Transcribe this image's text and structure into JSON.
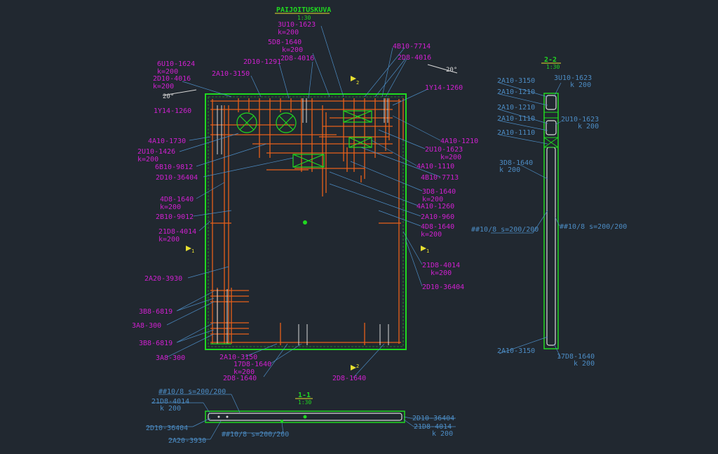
{
  "title": {
    "name": "PAIJOITUSKUVA",
    "scale": "1:30"
  },
  "section_22": {
    "name": "2-2",
    "scale": "1:30"
  },
  "section_11": {
    "name": "1-1",
    "scale": "1:30"
  },
  "angle_text": "20°",
  "marks": {
    "m1": "1",
    "m2": "2"
  },
  "labels_main": {
    "l1": "3U10-1623",
    "l1k": "k=200",
    "l2": "5D8-1640",
    "l2k": "k=200",
    "l3": "2D8-4016",
    "l4": "2D10-1291",
    "l5": "2A10-3150",
    "l6": "6U10-1624",
    "l6k": "k=200",
    "l7": "2D10-4016",
    "l7k": "k=200",
    "l8": "1Y14-1260",
    "l9": "4B10-7714",
    "l10": "2D8-4016",
    "l11": "1Y14-1260",
    "l12": "4A10-1730",
    "l13": "2U10-1426",
    "l13k": "k=200",
    "l14": "6B10-9812",
    "l15": "2D10-36404",
    "l16": "4D8-1640",
    "l16k": "k=200",
    "l17": "2B10-9012",
    "l18": "21D8-4014",
    "l18k": "k=200",
    "l19": "2A20-3930",
    "l20": "3B8-6819",
    "l21": "3A8-300",
    "l22": "3B8-6819",
    "l23": "3A8-300",
    "l24": "2A10-3150",
    "l25": "17D8-1640",
    "l25k": "k=200",
    "l26": "2D8-1640",
    "l27": "2D8-1640",
    "r1": "4A10-1210",
    "r2": "2U10-1623",
    "r2k": "k=200",
    "r3": "4A10-1110",
    "r4": "4B10-7713",
    "r5": "3D8-1640",
    "r5k": "k=200",
    "r6": "4A10-1260",
    "r7": "2A10-960",
    "r8": "4D8-1640",
    "r8k": "k=200",
    "r9": "21D8-4014",
    "r9k": "k=200",
    "r10": "2D10-36404"
  },
  "labels_s22": {
    "a1": "2A10-3150",
    "a2": "3U10-1623",
    "a2k": "k 200",
    "a3": "2A10-1210",
    "a4": "2A10-1210",
    "a5": "2U10-1623",
    "a5k": "k 200",
    "a6": "2A10-1110",
    "a7": "2A10-1110",
    "a8": "3D8-1640",
    "a8k": "k 200",
    "a9": "##10/8 s=200/200",
    "a10": "##10/8 s=200/200",
    "a11": "2A10-3150",
    "a12": "17D8-1640",
    "a12k": "k 200"
  },
  "labels_s11": {
    "b1": "##10/8 s=200/200",
    "b2": "21D8-4014",
    "b2k": "k 200",
    "b3": "2D10-36404",
    "b4": "2A20-3930",
    "b5": "##10/8 s=200/200",
    "b6": "2D10-36404",
    "b7": "21D8-4014",
    "b7k": "k 200"
  },
  "colors": {
    "background": "#212830",
    "rebar": "#e8601a",
    "concrete": "#20d820",
    "leader": "#4c8cc4",
    "label": "#d020d0",
    "white": "#d8d8d8"
  }
}
